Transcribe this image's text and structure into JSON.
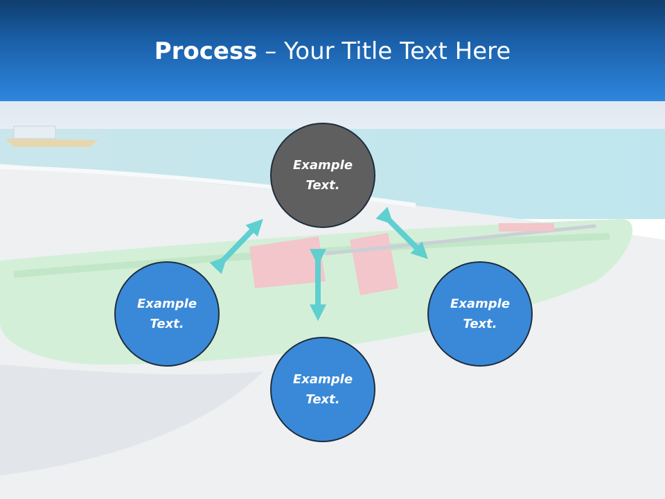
{
  "title": {
    "bold": "Process",
    "rest": " – Your Title Text Here"
  },
  "nodes": {
    "top": "Example\nText.",
    "left": "Example\nText.",
    "right": "Example\nText.",
    "bottom": "Example\nText."
  },
  "colors": {
    "title_bar": "#1a5fa8",
    "node_blue": "#3a89d8",
    "node_gray": "#5f5f5f",
    "arrow": "#5fcfcf"
  }
}
